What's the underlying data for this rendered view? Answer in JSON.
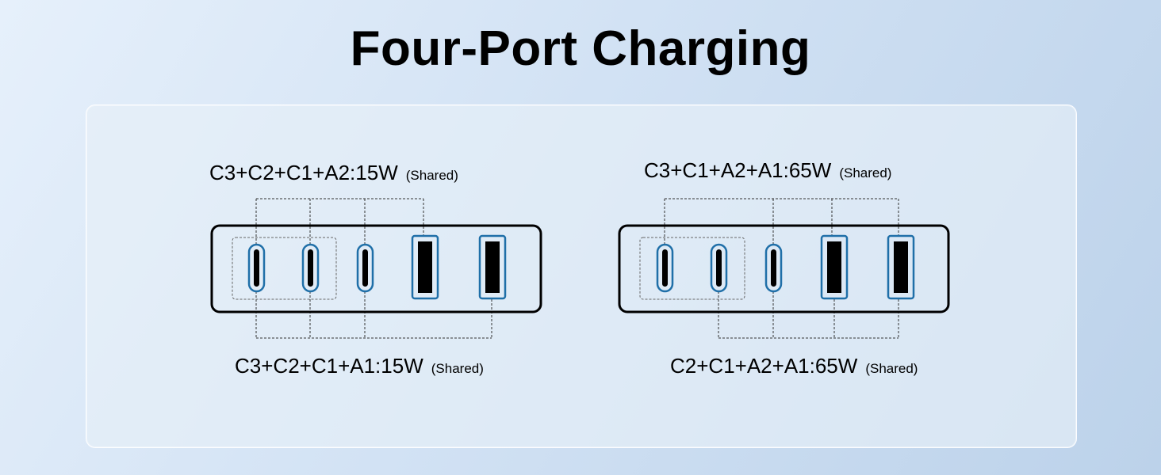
{
  "title": "Four-Port Charging",
  "colors": {
    "port_outline": "#1f6fa8",
    "port_fill": "#000000",
    "charger_outline": "#000000"
  },
  "diagrams": [
    {
      "name": "left",
      "top_label": {
        "text": "C3+C2+C1+A2:15W",
        "note": "(Shared)"
      },
      "bottom_label": {
        "text": "C3+C2+C1+A1:15W",
        "note": "(Shared)"
      }
    },
    {
      "name": "right",
      "top_label": {
        "text": "C3+C1+A2+A1:65W",
        "note": "(Shared)"
      },
      "bottom_label": {
        "text": "C2+C1+A2+A1:65W",
        "note": "(Shared)"
      }
    }
  ]
}
